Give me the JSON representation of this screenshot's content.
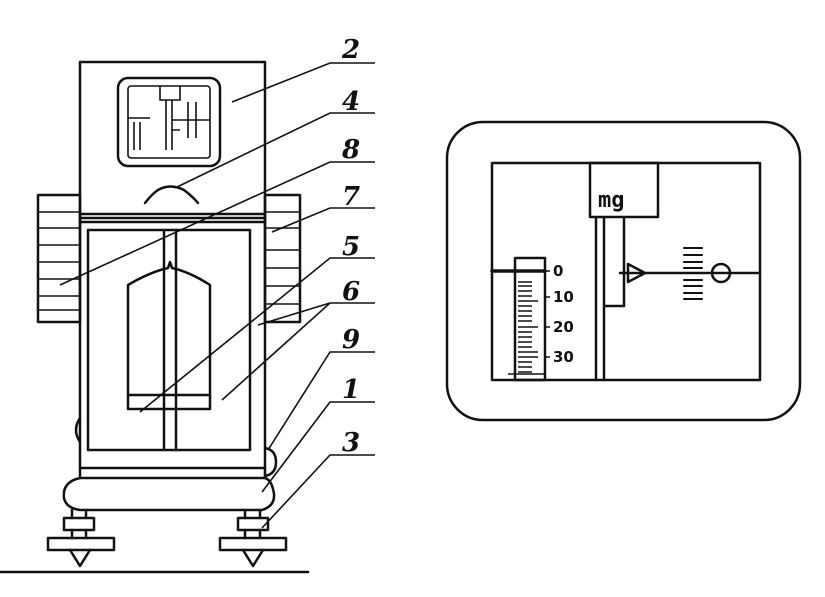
{
  "callouts": [
    "2",
    "4",
    "8",
    "7",
    "5",
    "6",
    "9",
    "1",
    "3"
  ],
  "scale_window": {
    "unit": "mg",
    "scale_labels": [
      "0",
      "10",
      "20",
      "30"
    ]
  }
}
